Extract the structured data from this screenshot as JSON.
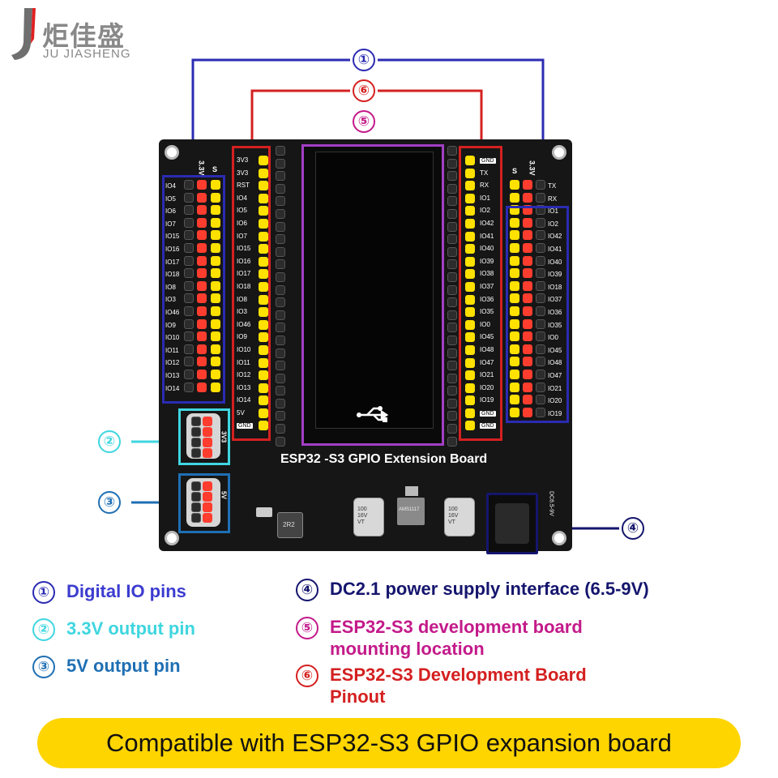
{
  "logo": {
    "name_cn": "炬佳盛",
    "name_en": "JU JIASHENG"
  },
  "markers": {
    "m1": "①",
    "m2": "②",
    "m3": "③",
    "m4": "④",
    "m5": "⑤",
    "m6": "⑥"
  },
  "board": {
    "title": "ESP32 -S3 GPIO Extension Board",
    "left_header_labels": [
      "3.3V",
      "S"
    ],
    "left_pins": [
      "IO4",
      "IO5",
      "IO6",
      "IO7",
      "IO15",
      "IO16",
      "IO17",
      "IO18",
      "IO8",
      "IO3",
      "IO46",
      "IO9",
      "IO10",
      "IO11",
      "IO12",
      "IO13",
      "IO14"
    ],
    "left_dev_pins": [
      "3V3",
      "3V3",
      "RST",
      "IO4",
      "IO5",
      "IO6",
      "IO7",
      "IO15",
      "IO16",
      "IO17",
      "IO18",
      "IO8",
      "IO3",
      "IO46",
      "IO9",
      "IO10",
      "IO11",
      "IO12",
      "IO13",
      "IO14",
      "5V",
      "GND"
    ],
    "right_dev_pins": [
      "GND",
      "TX",
      "RX",
      "IO1",
      "IO2",
      "IO42",
      "IO41",
      "IO40",
      "IO39",
      "IO38",
      "IO37",
      "IO36",
      "IO35",
      "IO0",
      "IO45",
      "IO48",
      "IO47",
      "IO21",
      "IO20",
      "IO19",
      "GND",
      "GND"
    ],
    "right_header_labels": [
      "S",
      "3.3V"
    ],
    "right_pins": [
      "TX",
      "RX",
      "IO1",
      "IO2",
      "IO42",
      "IO41",
      "IO40",
      "IO39",
      "IO18",
      "IO37",
      "IO36",
      "IO35",
      "IO0",
      "IO45",
      "IO48",
      "IO47",
      "IO21",
      "IO20",
      "IO19"
    ],
    "v33_label": "3V3",
    "v5_label": "5V",
    "cap1": "100\n16V\nVT",
    "cap2": "100\n16V\nVT",
    "reg": "AMS1117",
    "inductor": "2R2",
    "dc_label": "DC6.5-9V"
  },
  "legend": {
    "item1": "Digital IO pins",
    "item2": "3.3V output pin",
    "item3": "5V output pin",
    "item4": "DC2.1 power supply interface (6.5-9V)",
    "item5_line1": "ESP32-S3 development board",
    "item5_line2": "mounting location",
    "item6_line1": "ESP32-S3 Development Board",
    "item6_line2": "Pinout"
  },
  "banner": "Compatible with ESP32-S3   GPIO expansion board",
  "colors": {
    "m1": "#2b2bb3",
    "m2": "#3fd6e0",
    "m3": "#1f6fb4",
    "m4": "#15156e",
    "m5": "#c31a8a",
    "m6": "#d42020",
    "banner": "#ffd500"
  }
}
